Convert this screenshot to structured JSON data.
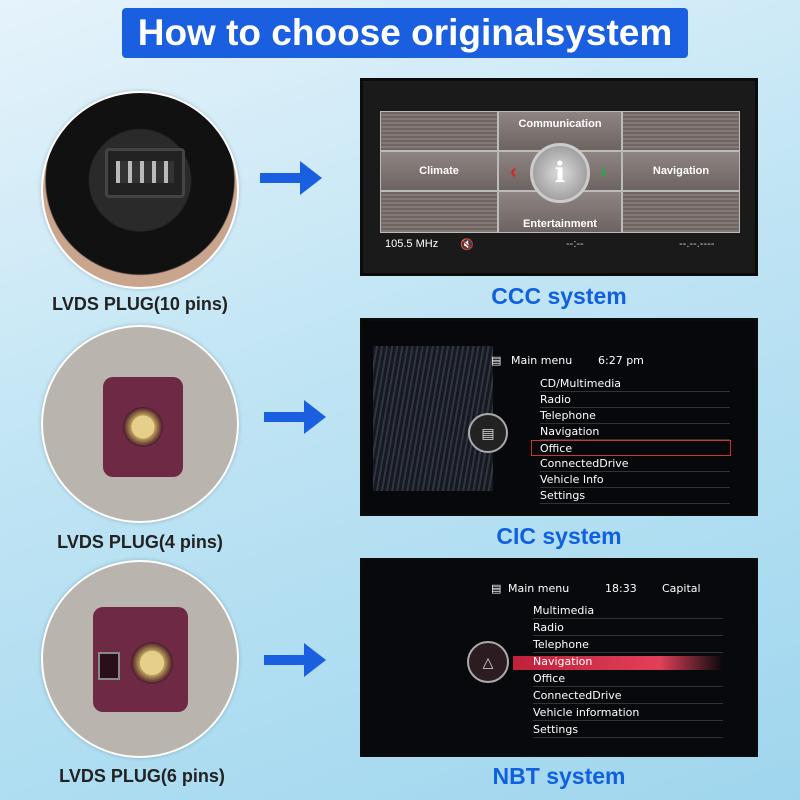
{
  "title": "How to choose originalsystem",
  "rows": [
    {
      "plug_label": "LVDS PLUG(10 pins)",
      "system_label": "CCC system"
    },
    {
      "plug_label": "LVDS PLUG(4 pins)",
      "system_label": "CIC system"
    },
    {
      "plug_label": "LVDS PLUG(6 pins)",
      "system_label": "NBT system"
    }
  ],
  "ccc": {
    "top": "Communication",
    "left": "Climate",
    "right": "Navigation",
    "bottom": "Entertainment",
    "center": "i",
    "frequency": "105.5 MHz",
    "time": "--:--",
    "date": "--.--.----"
  },
  "cic": {
    "header": "Main menu",
    "time": "6:27 pm",
    "items": [
      "CD/Multimedia",
      "Radio",
      "Telephone",
      "Navigation",
      "Office",
      "ConnectedDrive",
      "Vehicle Info",
      "Settings"
    ],
    "selected": "Office"
  },
  "nbt": {
    "header": "Main menu",
    "time": "18:33",
    "station": "Capital",
    "items": [
      "Multimedia",
      "Radio",
      "Telephone",
      "Navigation",
      "Office",
      "ConnectedDrive",
      "Vehicle information",
      "Settings"
    ],
    "selected": "Navigation"
  },
  "colors": {
    "accent": "#1a5fe0",
    "label": "#1060e0"
  }
}
